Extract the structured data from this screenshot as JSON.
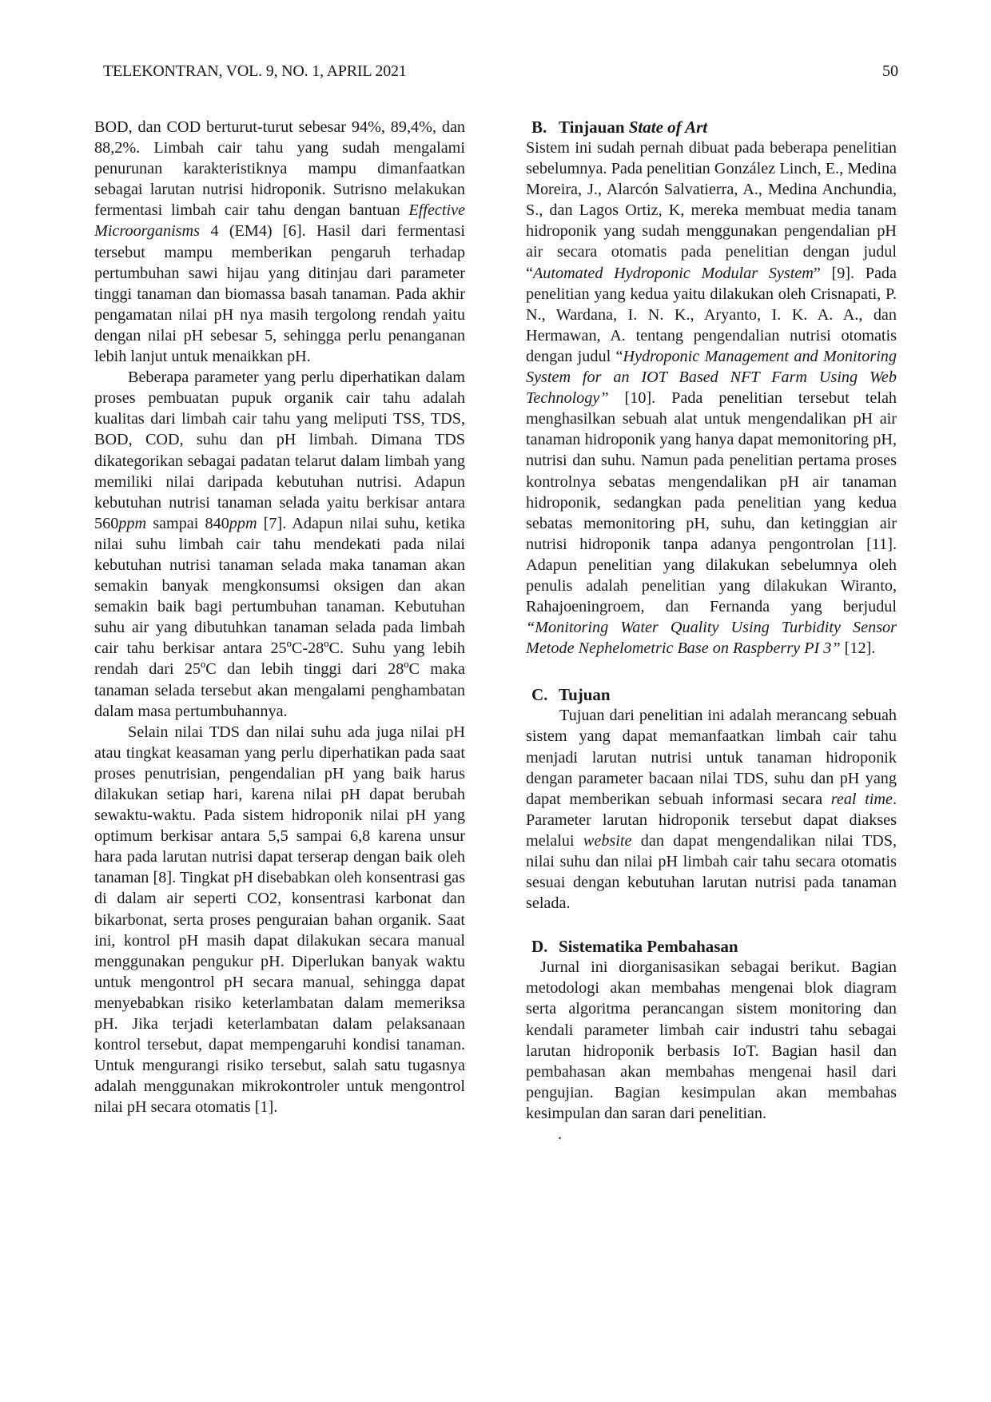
{
  "header": {
    "journal": "TELEKONTRAN, VOL. 9, NO. 1, APRIL 2021",
    "page_number": "50"
  },
  "left_column": {
    "p1": {
      "a": "BOD, dan COD berturut-turut sebesar 94%, 89,4%, dan 88,2%. Limbah cair tahu yang sudah mengalami penurunan karakteristiknya mampu dimanfaatkan sebagai larutan nutrisi hidroponik. Sutrisno melakukan fermentasi limbah cair tahu dengan bantuan ",
      "b_italic": "Effective Microorganisms",
      "c": " 4 (EM4) [6]. Hasil dari fermentasi tersebut mampu memberikan pengaruh terhadap pertumbuhan sawi hijau yang ditinjau dari parameter tinggi tanaman dan biomassa basah tanaman. Pada akhir pengamatan nilai pH nya masih tergolong rendah yaitu dengan nilai pH sebesar 5, sehingga perlu penanganan lebih lanjut untuk menaikkan pH."
    },
    "p2": {
      "a": "Beberapa parameter yang perlu diperhatikan dalam proses pembuatan pupuk organik cair tahu adalah kualitas dari limbah cair tahu yang meliputi TSS, TDS, BOD, COD, suhu dan pH limbah. Dimana TDS dikategorikan sebagai padatan telarut dalam limbah yang memiliki nilai daripada kebutuhan nutrisi. Adapun kebutuhan nutrisi tanaman selada yaitu berkisar antara 560",
      "b_italic": "ppm",
      "c": " sampai 840",
      "d_italic": "ppm",
      "e": " [7]. Adapun nilai suhu, ketika nilai suhu limbah cair tahu mendekati pada nilai kebutuhan nutrisi tanaman selada maka tanaman akan semakin banyak mengkonsumsi oksigen dan akan semakin baik bagi pertumbuhan tanaman. Kebutuhan suhu air yang dibutuhkan tanaman selada pada limbah cair tahu berkisar antara 25ºC-28ºC. Suhu yang lebih rendah dari 25ºC dan lebih tinggi dari 28ºC maka tanaman selada tersebut akan mengalami penghambatan dalam masa pertumbuhannya."
    },
    "p3": "Selain nilai TDS dan nilai suhu ada juga nilai pH atau tingkat keasaman yang perlu diperhatikan pada saat proses penutrisian, pengendalian pH yang baik harus dilakukan setiap hari, karena nilai pH dapat berubah sewaktu-waktu. Pada sistem hidroponik nilai pH yang optimum berkisar antara 5,5 sampai 6,8 karena unsur hara pada larutan nutrisi dapat terserap dengan baik oleh tanaman [8]. Tingkat pH disebabkan oleh konsentrasi gas di dalam air seperti CO2, konsentrasi karbonat dan bikarbonat, serta proses penguraian bahan organik. Saat ini, kontrol pH masih dapat dilakukan secara manual menggunakan pengukur pH. Diperlukan banyak waktu untuk mengontrol pH secara manual, sehingga dapat menyebabkan risiko keterlambatan dalam memeriksa pH. Jika terjadi keterlambatan dalam pelaksanaan kontrol tersebut, dapat mempengaruhi kondisi tanaman. Untuk mengurangi risiko tersebut, salah satu tugasnya adalah menggunakan mikrokontroler untuk mengontrol nilai pH secara otomatis [1]."
  },
  "right_column": {
    "section_b": {
      "number": "B.",
      "title": "Tinjauan ",
      "title_italic": "State of Art",
      "a": "Sistem ini sudah pernah dibuat pada beberapa penelitian sebelumnya. Pada penelitian González Linch, E., Medina Moreira, J., Alarcón Salvatierra, A., Medina Anchundia, S., dan Lagos Ortiz, K, mereka membuat media tanam hidroponik yang sudah menggunakan pengendalian pH air secara otomatis pada penelitian dengan judul “",
      "b_italic": "Automated Hydroponic Modular System",
      "c": "” [9]. Pada penelitian yang kedua yaitu dilakukan oleh Crisnapati, P. N., Wardana, I. N. K., Aryanto, I. K. A. A., dan Hermawan, A.  tentang pengendalian nutrisi otomatis dengan judul “",
      "d_italic": "Hydroponic Management and Monitoring System for an IOT Based NFT Farm Using Web Technology”",
      "e": " [10]. Pada penelitian tersebut telah menghasilkan sebuah alat untuk mengendalikan pH air tanaman hidroponik yang hanya dapat memonitoring pH, nutrisi dan suhu. Namun pada penelitian pertama proses kontrolnya sebatas mengendalikan pH air tanaman hidroponik, sedangkan pada penelitian yang kedua sebatas memonitoring pH, suhu, dan ketinggian air nutrisi hidroponik tanpa adanya pengontrolan [11]. Adapun penelitian yang dilakukan sebelumnya oleh penulis adalah penelitian yang dilakukan Wiranto, Rahajoeningroem, dan Fernanda yang berjudul ",
      "f_italic": "“Monitoring Water Quality Using Turbidity Sensor Metode Nephelometric Base on Raspberry PI 3”",
      "g": " [12]."
    },
    "section_c": {
      "number": "C.",
      "title": "Tujuan",
      "a": "Tujuan dari penelitian ini adalah merancang sebuah sistem yang dapat memanfaatkan limbah cair tahu menjadi larutan nutrisi untuk tanaman hidroponik dengan parameter bacaan nilai TDS, suhu dan pH yang dapat memberikan sebuah informasi secara ",
      "b_italic": "real time",
      "c": ". Parameter larutan hidroponik tersebut dapat diakses melalui ",
      "d_italic": "website",
      "e": " dan dapat mengendalikan nilai TDS, nilai suhu dan nilai pH limbah cair tahu secara otomatis sesuai dengan kebutuhan larutan nutrisi pada tanaman selada."
    },
    "section_d": {
      "number": "D.",
      "title": "Sistematika Pembahasan",
      "a": "Jurnal ini diorganisasikan sebagai berikut. Bagian metodologi akan membahas mengenai blok diagram serta algoritma perancangan sistem monitoring dan kendali parameter limbah cair industri tahu sebagai larutan hidroponik berbasis IoT. Bagian hasil dan pembahasan akan membahas mengenai hasil dari pengujian.  Bagian kesimpulan akan membahas kesimpulan dan saran dari penelitian.",
      "trailing_dot": "."
    }
  }
}
